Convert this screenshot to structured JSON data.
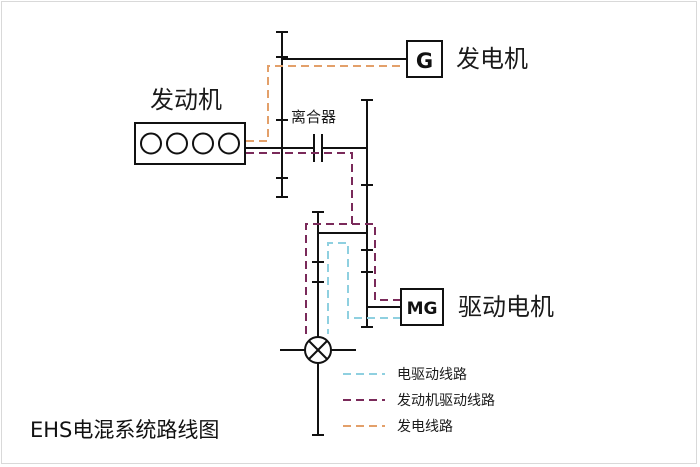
{
  "labels": {
    "engine": "发动机",
    "generator": "发电机",
    "clutch": "离合器",
    "motor": "驱动电机",
    "generator_symbol": "G",
    "motor_symbol": "MG",
    "title": "EHS电混系统路线图"
  },
  "legend": [
    {
      "key": "electric",
      "label": "电驱动线路",
      "color": "#8fd0e0"
    },
    {
      "key": "engine",
      "label": "发动机驱动线路",
      "color": "#7a2a5a"
    },
    {
      "key": "generation",
      "label": "发电线路",
      "color": "#e3a06a"
    }
  ],
  "colors": {
    "shaft": "#111111",
    "electric_path": "#8fd0e0",
    "engine_path": "#7a2a5a",
    "generation_path": "#e3a06a"
  }
}
